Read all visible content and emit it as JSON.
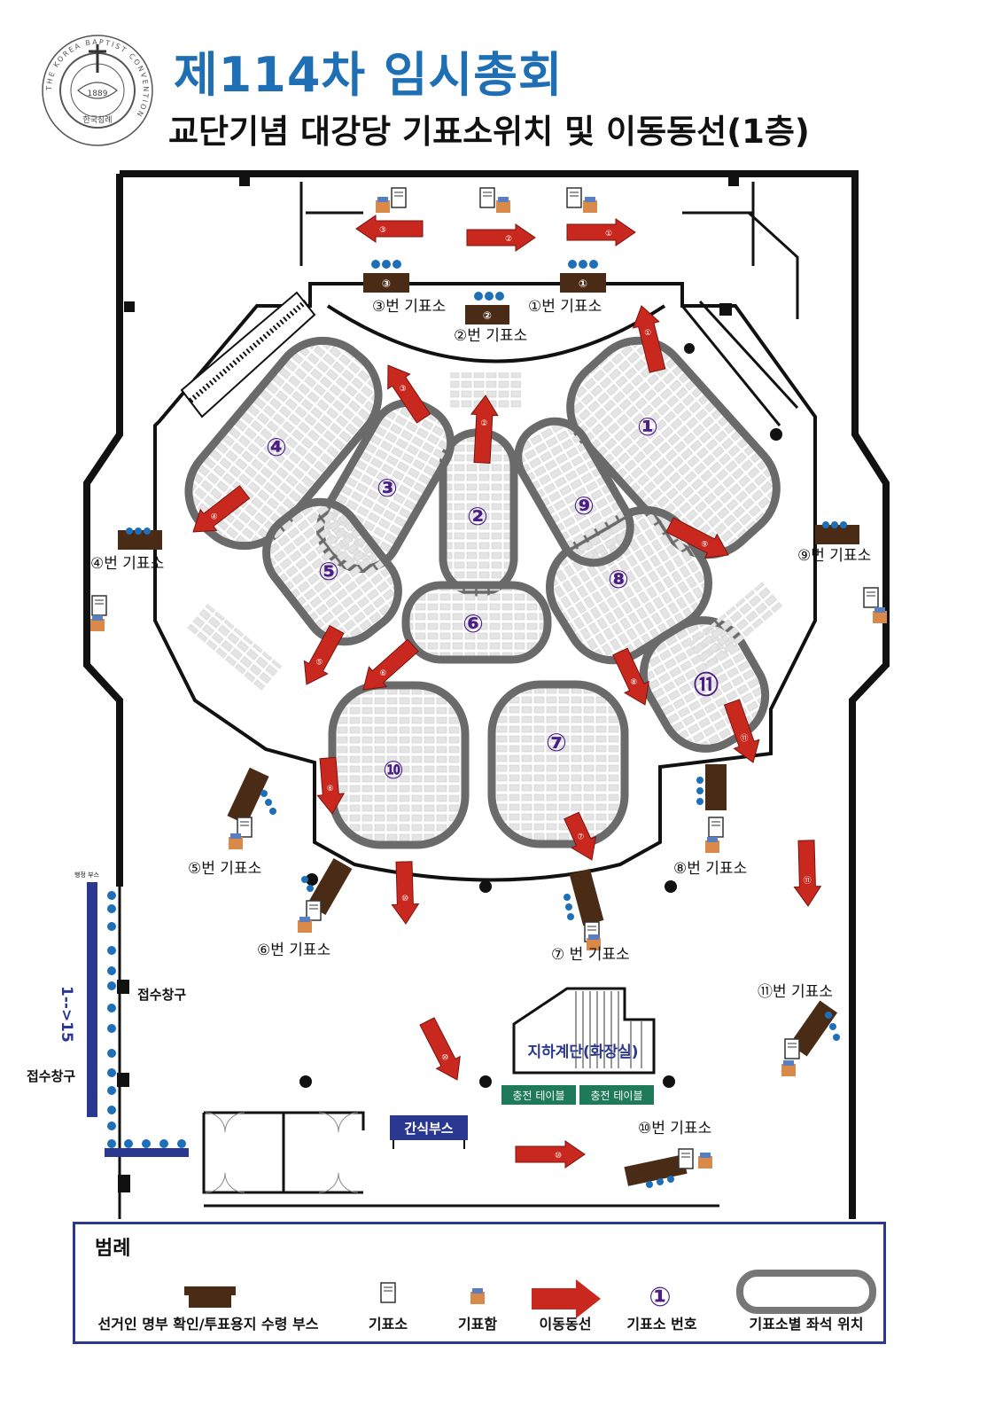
{
  "seal": {
    "outer_text": "THE KOREA BAPTIST CONVENTION",
    "year": "1889",
    "inner_text": "한국침례"
  },
  "header": {
    "title": "제114차 임시총회",
    "subtitle": "교단기념 대강당 기표소위치 및 이동동선(1층)"
  },
  "colors": {
    "title": "#1f6fb5",
    "arrow": "#c8281e",
    "section_number": "#4b1e86",
    "booth": "#4a2c16",
    "legend_border": "#2b3890",
    "charging_table": "#1f7a5a",
    "snack_booth": "#2b3890"
  },
  "sections": [
    "①",
    "②",
    "③",
    "④",
    "⑤",
    "⑥",
    "⑦",
    "⑧",
    "⑨",
    "⑩",
    "⑪"
  ],
  "booth_labels": {
    "b1": "①번 기표소",
    "b2": "②번 기표소",
    "b3": "③번 기표소",
    "b4": "④번 기표소",
    "b5": "⑤번 기표소",
    "b6": "⑥번 기표소",
    "b7": "⑦ 번 기표소",
    "b8": "⑧번 기표소",
    "b9": "⑨번 기표소",
    "b10": "⑩번 기표소",
    "b11": "⑪번 기표소"
  },
  "booth_badges": {
    "b1": "①",
    "b2": "②",
    "b3": "③"
  },
  "arrow_numbers": {
    "a1": "①",
    "a2": "②",
    "a3": "③",
    "a4": "④",
    "a5": "⑤",
    "a6": "⑥",
    "a7": "⑦",
    "a8": "⑧",
    "a9": "⑨",
    "a10": "⑩",
    "a11": "⑪"
  },
  "reception": {
    "admin_booth": "행정 부스",
    "counter_label": "접수창구",
    "range_label": "1-->15"
  },
  "stairs_label": "지하계단(화장실)",
  "charging_table_label": "충전 테이블",
  "snack_booth_label": "간식부스",
  "legend": {
    "title": "범례",
    "items": [
      {
        "icon": "registry-desk-icon",
        "label": "선거인 명부 확인/투표용지 수령 부스"
      },
      {
        "icon": "voting-booth-icon",
        "label": "기표소"
      },
      {
        "icon": "ballot-box-icon",
        "label": "기표함"
      },
      {
        "icon": "red-arrow-icon",
        "label": "이동동선"
      },
      {
        "icon": "booth-number-icon",
        "label": "기표소 번호",
        "sample": "①"
      },
      {
        "icon": "seat-area-outline-icon",
        "label": "기표소별 좌석 위치"
      }
    ]
  }
}
